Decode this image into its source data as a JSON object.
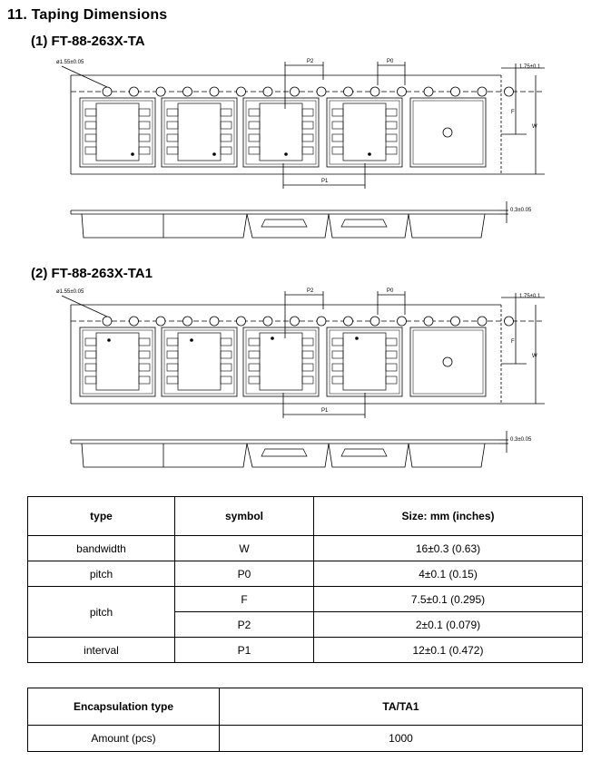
{
  "section_title": "11. Taping Dimensions",
  "drawing1": {
    "title": "(1)  FT-88-263X-TA",
    "hole_label": "ø1.55±0.05",
    "p2_label": "P2",
    "p0_label": "P0",
    "p1_label": "P1",
    "f_label": "F",
    "w_label": "W",
    "edge_label": "1.75±0.1",
    "thickness_label": "0.3±0.05"
  },
  "drawing2": {
    "title": "(2)  FT-88-263X-TA1",
    "hole_label": "ø1.55±0.05",
    "p2_label": "P2",
    "p0_label": "P0",
    "p1_label": "P1",
    "f_label": "F",
    "w_label": "W",
    "edge_label": "1.75±0.1",
    "thickness_label": "0.3±0.05"
  },
  "spec_table": {
    "headers": [
      "type",
      "symbol",
      "Size: mm (inches)"
    ],
    "rows": [
      {
        "type": "bandwidth",
        "symbol": "W",
        "size": "16±0.3  (0.63)"
      },
      {
        "type": "pitch",
        "symbol": "P0",
        "size": "4±0.1  (0.15)"
      },
      {
        "type": "pitch",
        "symbol": "F",
        "size": "7.5±0.1  (0.295)"
      },
      {
        "type": "",
        "symbol": "P2",
        "size": "2±0.1  (0.079)"
      },
      {
        "type": "interval",
        "symbol": "P1",
        "size": "12±0.1  (0.472)"
      }
    ]
  },
  "enc_table": {
    "header_type": "Encapsulation type",
    "header_value": "TA/TA1",
    "row_label": "Amount (pcs)",
    "row_value": "1000"
  }
}
